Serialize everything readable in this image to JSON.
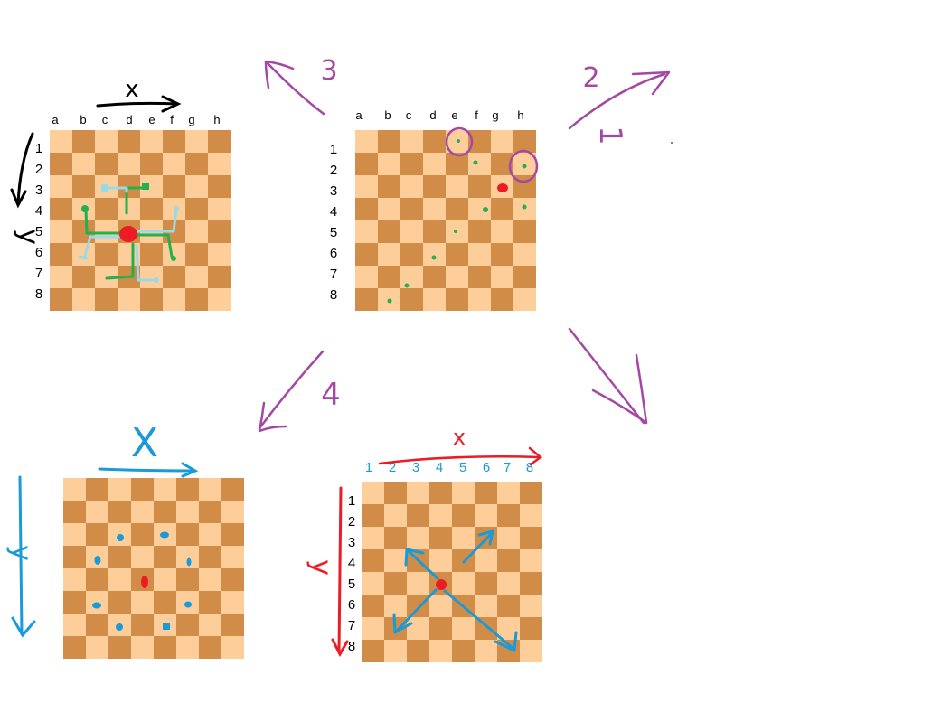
{
  "colors": {
    "light_square": "#fdcd9a",
    "dark_square": "#d18c48",
    "black_ink": "#000000",
    "purple_ink": "#a349a4",
    "green_ink": "#22b14c",
    "light_blue_ink": "#99d9ea",
    "blue_ink": "#1a9ad6",
    "red_ink": "#ed1c24"
  },
  "boards": {
    "top_left": {
      "file_labels": [
        "a",
        "b",
        "c",
        "d",
        "e",
        "f",
        "g",
        "h"
      ],
      "rank_labels": [
        "1",
        "2",
        "3",
        "4",
        "5",
        "6",
        "7",
        "8"
      ],
      "axis_x": "x",
      "axis_y": "y"
    },
    "top_right": {
      "file_labels": [
        "a",
        "b",
        "c",
        "d",
        "e",
        "f",
        "g",
        "h"
      ],
      "rank_labels": [
        "1",
        "2",
        "3",
        "4",
        "5",
        "6",
        "7",
        "8"
      ]
    },
    "bottom_left": {
      "axis_x": "X",
      "axis_y": "y"
    },
    "bottom_right": {
      "column_labels": [
        "1",
        "2",
        "3",
        "4",
        "5",
        "6",
        "7",
        "8"
      ],
      "rank_labels": [
        "1",
        "2",
        "3",
        "4",
        "5",
        "6",
        "7",
        "8"
      ],
      "axis_x": "x",
      "axis_y": "y"
    }
  },
  "arrow_numbers": [
    "1",
    "2",
    "3",
    "4"
  ]
}
